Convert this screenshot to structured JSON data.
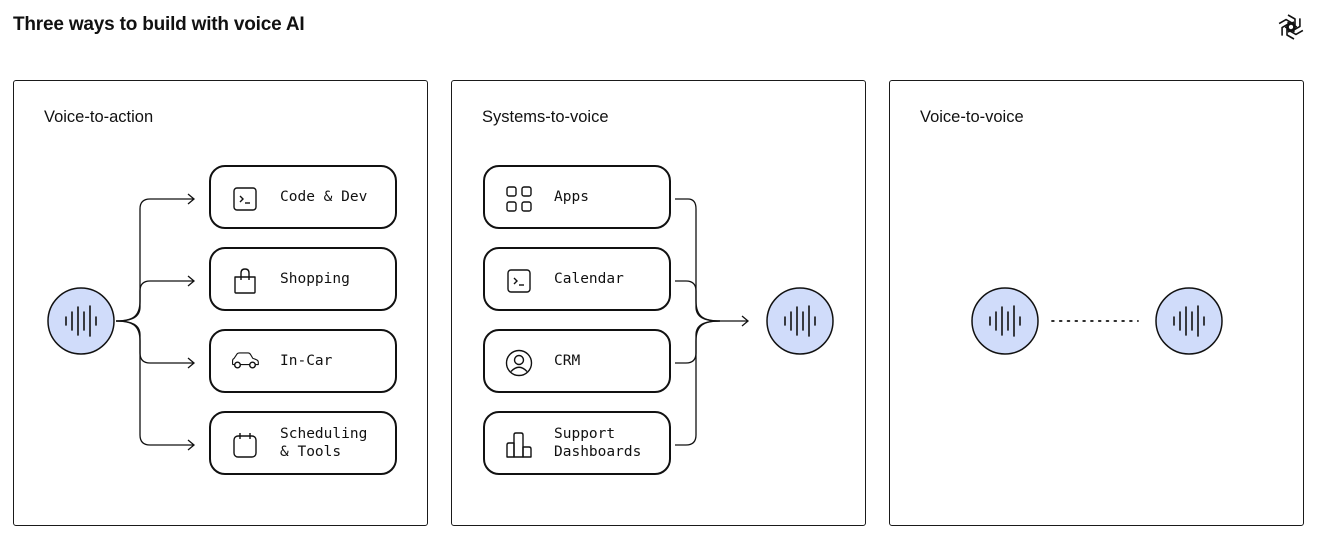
{
  "page_title": "Three ways to build with voice AI",
  "logo": {
    "icon": "openai-logo-icon"
  },
  "colors": {
    "accent_fill": "#d0dcfa",
    "stroke": "#111111"
  },
  "panels": [
    {
      "title": "Voice-to-action",
      "items": [
        {
          "label": "Code & Dev",
          "icon": "terminal-icon"
        },
        {
          "label": "Shopping",
          "icon": "shopping-bag-icon"
        },
        {
          "label": "In-Car",
          "icon": "car-icon"
        },
        {
          "label": "Scheduling\n& Tools",
          "icon": "calendar-icon"
        }
      ]
    },
    {
      "title": "Systems-to-voice",
      "items": [
        {
          "label": "Apps",
          "icon": "apps-grid-icon"
        },
        {
          "label": "Calendar",
          "icon": "terminal-icon"
        },
        {
          "label": "CRM",
          "icon": "user-circle-icon"
        },
        {
          "label": "Support\nDashboards",
          "icon": "bar-chart-icon"
        }
      ]
    },
    {
      "title": "Voice-to-voice"
    }
  ]
}
